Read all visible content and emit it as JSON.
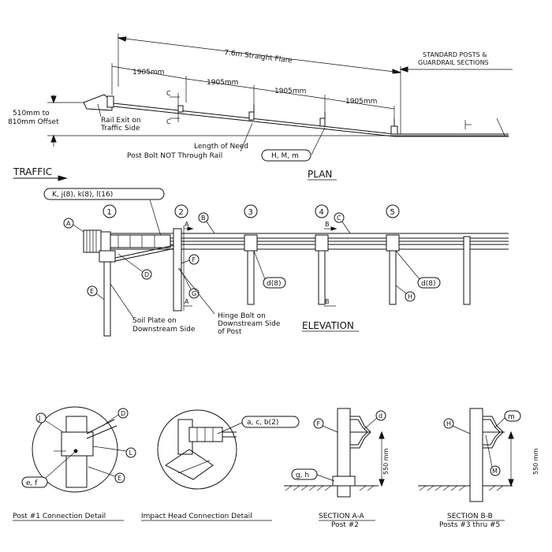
{
  "plan": {
    "flare_label": "7.6m Straight Flare",
    "standard_label_1": "STANDARD POSTS &",
    "standard_label_2": "GUARDRAIL SECTIONS",
    "spacing_1": "1905mm",
    "spacing_2": "1905mm",
    "spacing_3": "1905mm",
    "spacing_4": "1905mm",
    "offset_1": "510mm to",
    "offset_2": "810mm Offset",
    "rail_exit_1": "Rail Exit on",
    "rail_exit_2": "Traffic Side",
    "length_need_1": "Length of Need",
    "length_need_2": "Post Bolt NOT Through Rail",
    "hmm_label": "H, M, m",
    "section_c": "C",
    "traffic_label": "TRAFFIC",
    "title": "PLAN"
  },
  "elevation": {
    "title": "ELEVATION",
    "bolt_callout": "K, j(8), k(8), l(16)",
    "post_numbers": [
      "1",
      "2",
      "3",
      "4",
      "5"
    ],
    "letters": {
      "A": "A",
      "B": "B",
      "C": "C",
      "D": "D",
      "E": "E",
      "F": "F",
      "G": "G",
      "H": "H"
    },
    "d8_1": "d(8)",
    "d8_2": "d(8)",
    "section_a": "A",
    "section_b": "B",
    "soil_plate_1": "Soil Plate on",
    "soil_plate_2": "Downstream Side",
    "hinge_1": "Hinge Bolt on",
    "hinge_2": "Downstream Side",
    "hinge_3": "of Post"
  },
  "details": {
    "post1_title": "Post #1 Connection Detail",
    "post1_J": "J",
    "post1_D": "D",
    "post1_L": "L",
    "post1_E": "E",
    "post1_ef": "e, f",
    "impact_title": "Impact Head Connection Detail",
    "impact_callout": "a, c, b(2)",
    "secA_title": "SECTION A-A",
    "secA_sub": "Post #2",
    "secA_F": "F",
    "secA_d": "d",
    "secA_gh": "g, h",
    "secA_dim": "550 mm",
    "secB_title": "SECTION B-B",
    "secB_sub": "Posts #3 thru #5",
    "secB_H": "H",
    "secB_m": "m",
    "secB_M": "M",
    "secB_dim": "550 mm"
  }
}
